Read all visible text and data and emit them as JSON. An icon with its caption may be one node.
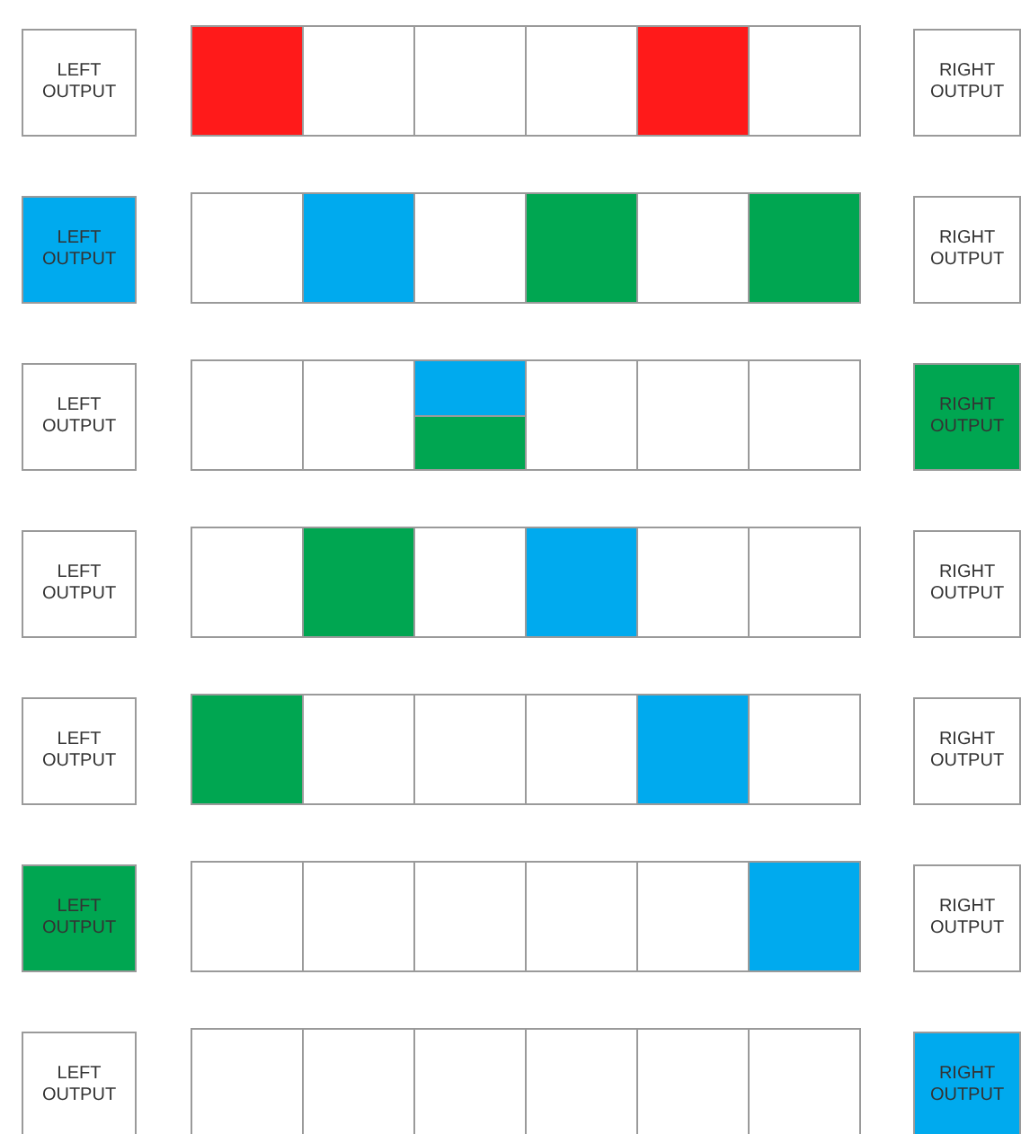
{
  "diagram": {
    "nodes": [
      {
        "text": [
          "LEFT OUTPUT"
        ]
      },
      {
        "text": [],
        "shape": "box"
      },
      {
        "text": [],
        "shape": "box"
      },
      {
        "text": [],
        "shape": "box"
      },
      {
        "text": [],
        "shape": "box"
      },
      {
        "text": [],
        "shape": "box"
      },
      {
        "text": [],
        "shape": "box"
      },
      {
        "text": [
          "RIGHT OUTPUT"
        ]
      },
      {
        "text": [
          "LEFT OUTPUT"
        ]
      },
      {
        "text": [],
        "shape": "box"
      },
      {
        "text": [],
        "shape": "box"
      },
      {
        "text": [],
        "shape": "box"
      },
      {
        "text": [],
        "shape": "box"
      },
      {
        "text": [],
        "shape": "box"
      },
      {
        "text": [],
        "shape": "box"
      },
      {
        "text": [
          "RIGHT OUTPUT"
        ]
      },
      {
        "text": [
          "LEFT OUTPUT"
        ]
      },
      {
        "text": [],
        "shape": "box"
      },
      {
        "text": [],
        "shape": "box"
      },
      {
        "text": [],
        "shape": "box"
      },
      {
        "text": [],
        "shape": "box"
      },
      {
        "text": [],
        "shape": "box"
      },
      {
        "text": [],
        "shape": "box"
      },
      {
        "text": [],
        "shape": "box"
      },
      {
        "text": [
          "RIGHT OUTPUT"
        ]
      },
      {
        "text": [
          "LEFT OUTPUT"
        ]
      },
      {
        "text": [],
        "shape": "box"
      },
      {
        "text": [],
        "shape": "box"
      },
      {
        "text": [],
        "shape": "box"
      },
      {
        "text": [],
        "shape": "box"
      },
      {
        "text": [],
        "shape": "box"
      },
      {
        "text": [],
        "shape": "box"
      },
      {
        "text": [
          "RIGHT OUTPUT"
        ]
      },
      {
        "text": [
          "LEFT OUTPUT"
        ]
      },
      {
        "text": [],
        "shape": "box"
      },
      {
        "text": [],
        "shape": "box"
      },
      {
        "text": [],
        "shape": "box"
      },
      {
        "text": [],
        "shape": "box"
      },
      {
        "text": [],
        "shape": "box"
      },
      {
        "text": [],
        "shape": "box"
      },
      {
        "text": [
          "RIGHT OUTPUT"
        ]
      },
      {
        "text": [
          "LEFT OUTPUT"
        ]
      },
      {
        "text": [],
        "shape": "box"
      },
      {
        "text": [],
        "shape": "box"
      },
      {
        "text": [],
        "shape": "box"
      },
      {
        "text": [],
        "shape": "box"
      },
      {
        "text": [],
        "shape": "box"
      },
      {
        "text": [],
        "shape": "box"
      },
      {
        "text": [
          "RIGHT OUTPUT"
        ]
      },
      {
        "text": [
          "LEFT OUTPUT"
        ]
      },
      {
        "text": [],
        "shape": "box"
      },
      {
        "text": [],
        "shape": "box"
      },
      {
        "text": [],
        "shape": "box"
      },
      {
        "text": [],
        "shape": "box"
      },
      {
        "text": [],
        "shape": "box"
      },
      {
        "text": [],
        "shape": "box"
      },
      {
        "text": [
          "RIGHT OUTPUT"
        ]
      }
    ]
  }
}
